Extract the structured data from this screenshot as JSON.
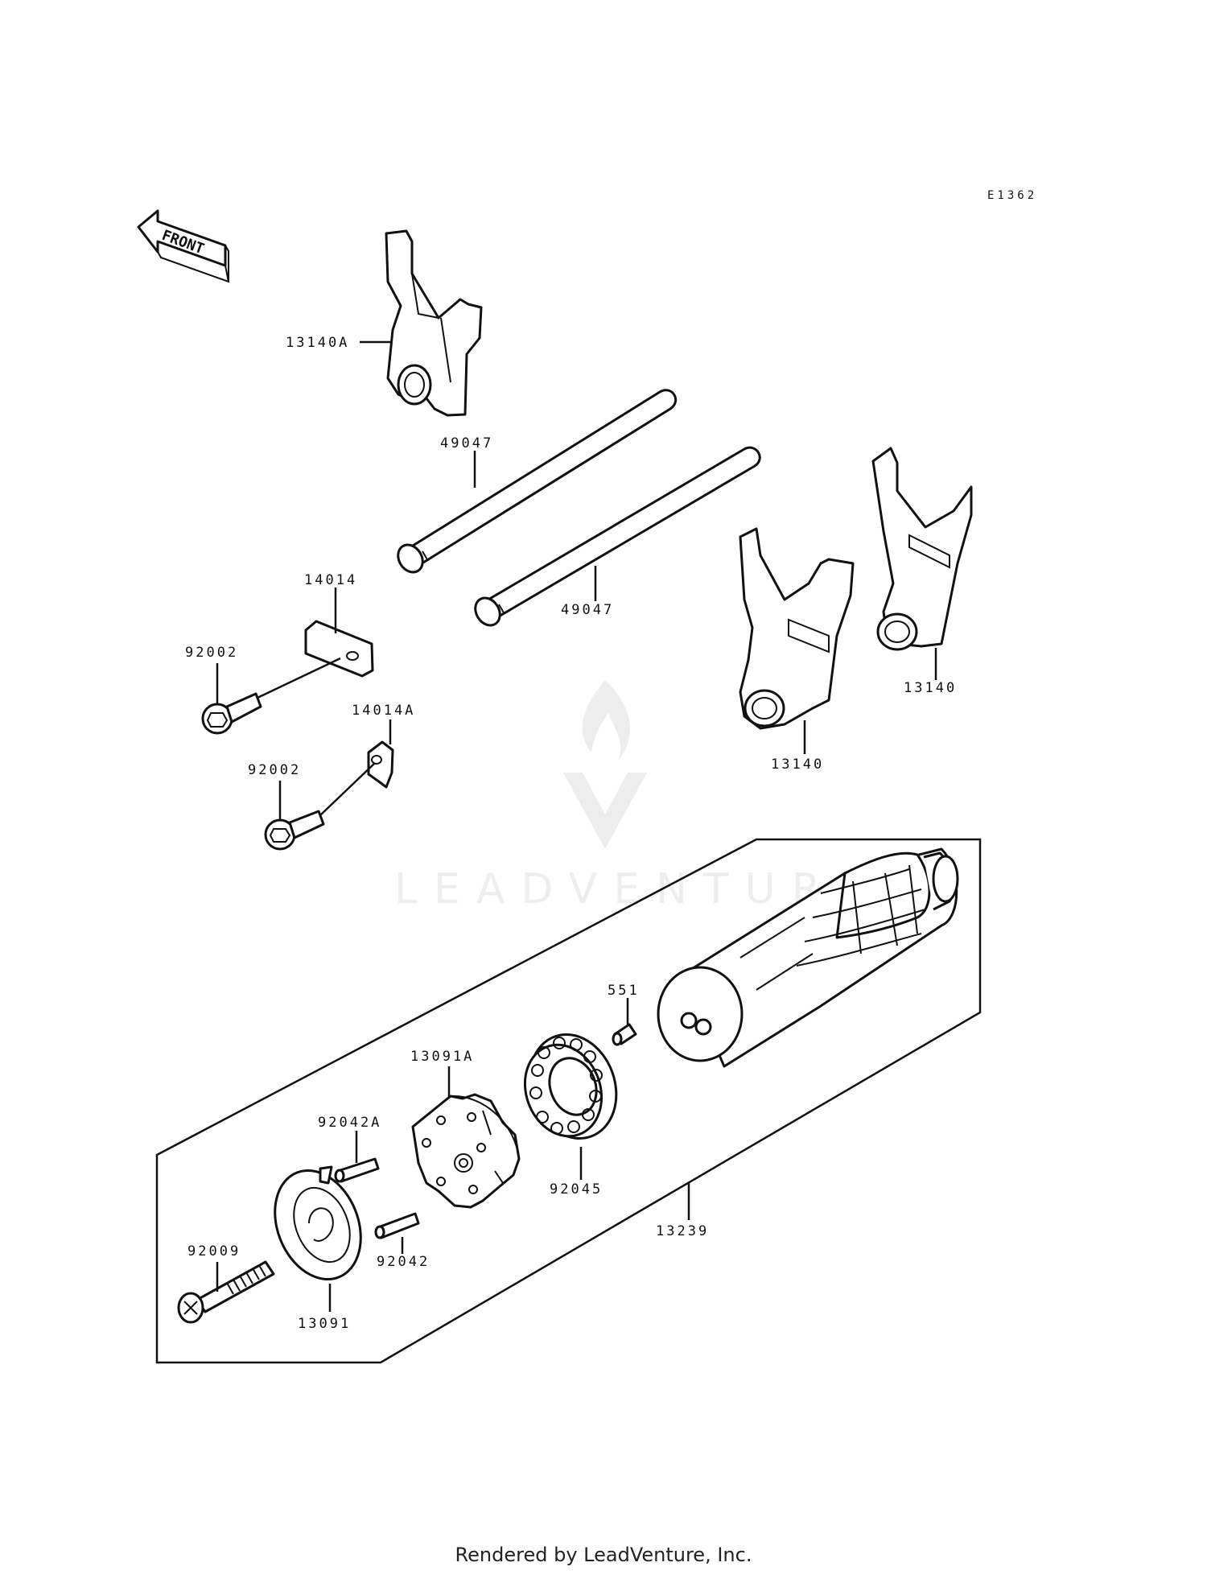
{
  "diagram_code": "E1362",
  "front_arrow_label": "FRONT",
  "watermark": "LEADVENTURE",
  "footer": "Rendered by LeadVenture, Inc.",
  "labels": {
    "fork_13140A": "13140A",
    "shaft_49047_upper": "49047",
    "shaft_49047_lower": "49047",
    "plate_14014": "14014",
    "bolt_92002_upper": "92002",
    "plate_14014A": "14014A",
    "bolt_92002_lower": "92002",
    "fork_13140_rear": "13140",
    "fork_13140_front": "13140",
    "pin_551": "551",
    "holder_13091A": "13091A",
    "pin_92042A": "92042A",
    "bearing_92045": "92045",
    "drum_assy_13239": "13239",
    "screw_92009": "92009",
    "pin_92042": "92042",
    "plate_13091": "13091"
  }
}
